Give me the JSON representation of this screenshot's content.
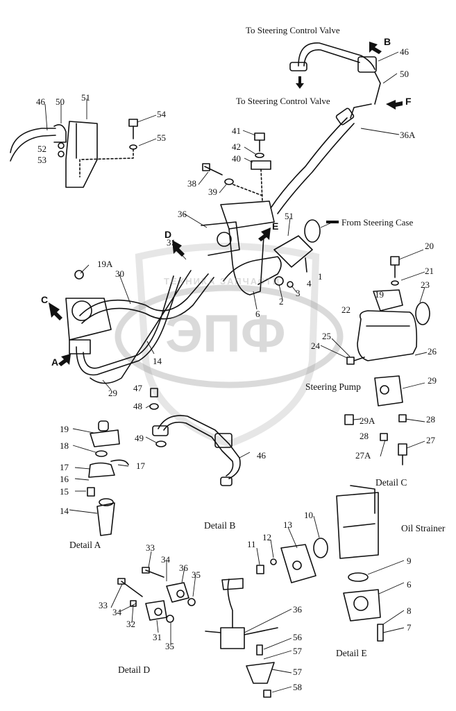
{
  "texts": {
    "to_valve_top": "To Steering Control Valve",
    "to_valve_mid": "To Steering Control Valve",
    "from_case": "From Steering Case",
    "steering_pump": "Steering Pump",
    "oil_strainer": "Oil Strainer",
    "detail_a": "Detail A",
    "detail_b": "Detail B",
    "detail_c": "Detail C",
    "detail_d": "Detail D",
    "detail_e": "Detail E"
  },
  "views": {
    "a": "A",
    "b": "B",
    "c": "C",
    "d": "D",
    "e": "E",
    "f": "F"
  },
  "watermark": {
    "main": "ЭПФ",
    "sub": "ТЕХНИКА ЗАПЧАСТИ"
  },
  "callouts": [
    "46",
    "50",
    "51",
    "52",
    "53",
    "54",
    "55",
    "41",
    "42",
    "40",
    "38",
    "39",
    "36",
    "36A",
    "31",
    "19A",
    "30",
    "14",
    "29",
    "1",
    "2",
    "3",
    "4",
    "6",
    "20",
    "21",
    "19",
    "23",
    "22",
    "25",
    "24",
    "26",
    "29",
    "28",
    "29A",
    "28",
    "27A",
    "27",
    "47",
    "48",
    "49",
    "46",
    "19",
    "18",
    "17",
    "17",
    "16",
    "15",
    "14",
    "13",
    "12",
    "11",
    "10",
    "9",
    "6",
    "8",
    "7",
    "33",
    "34",
    "36",
    "35",
    "33",
    "34",
    "32",
    "31",
    "35",
    "36",
    "56",
    "57",
    "57",
    "58",
    "46",
    "50",
    "51"
  ]
}
